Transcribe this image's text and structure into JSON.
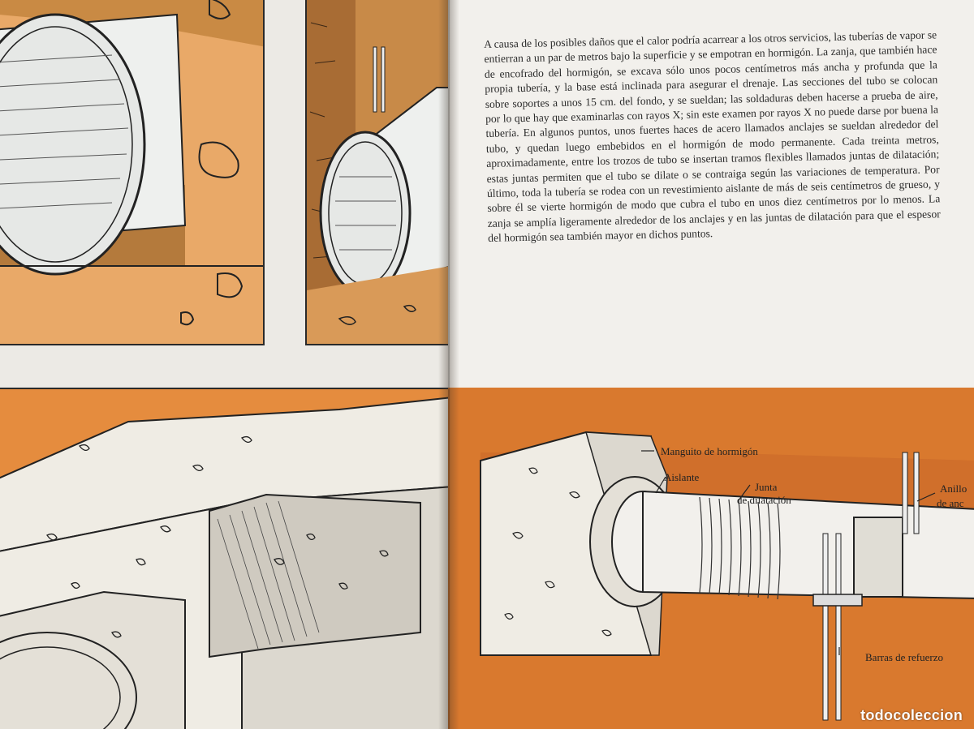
{
  "article": {
    "paragraph": "A causa de los posibles daños que el calor podría acarrear a los otros servicios, las tuberías de vapor se entierran a un par de metros bajo la superficie y se empotran en hormigón. La zanja, que también hace de encofrado del hormigón, se excava sólo unos pocos centímetros más ancha y profunda que la propia tubería, y la base está inclinada para asegurar el drenaje. Las secciones del tubo se colocan sobre soportes a unos 15 cm. del fondo, y se sueldan; las soldaduras deben hacerse a prueba de aire, por lo que hay que examinarlas con rayos X; sin este examen por rayos X no puede darse por buena la tubería. En algunos puntos, unos fuertes haces de acero llamados anclajes se sueldan alrededor del tubo, y quedan luego embebidos en el hormigón de modo permanente. Cada treinta metros, aproximadamente, entre los trozos de tubo se insertan tramos flexibles llamados juntas de dilatación; estas juntas permiten que el tubo se dilate o se contraiga según las variaciones de temperatura. Por último, toda la tubería se rodea con un revestimiento aislante de más de seis centímetros de grueso, y sobre él se vierte hormigón de modo que cubra el tubo en unos diez centímetros por lo menos. La zanja se amplía ligeramente alrededor de los anclajes y en las juntas de dilatación para que el espesor del hormigón sea también mayor en dichos puntos."
  },
  "diagram_labels": {
    "sleeve": "Manguito de hormigón",
    "insulation": "Aislante",
    "joint_line1": "Junta",
    "joint_line2": "de dilatación",
    "ring_line1": "Anillo",
    "ring_line2": "de anc",
    "bars": "Barras de refuerzo"
  },
  "watermark": "todocoleccion",
  "colors": {
    "orange_panel": "#e9a968",
    "orange_band": "#d9792e",
    "concrete": "#efece4",
    "ink": "#2a2a2a"
  }
}
